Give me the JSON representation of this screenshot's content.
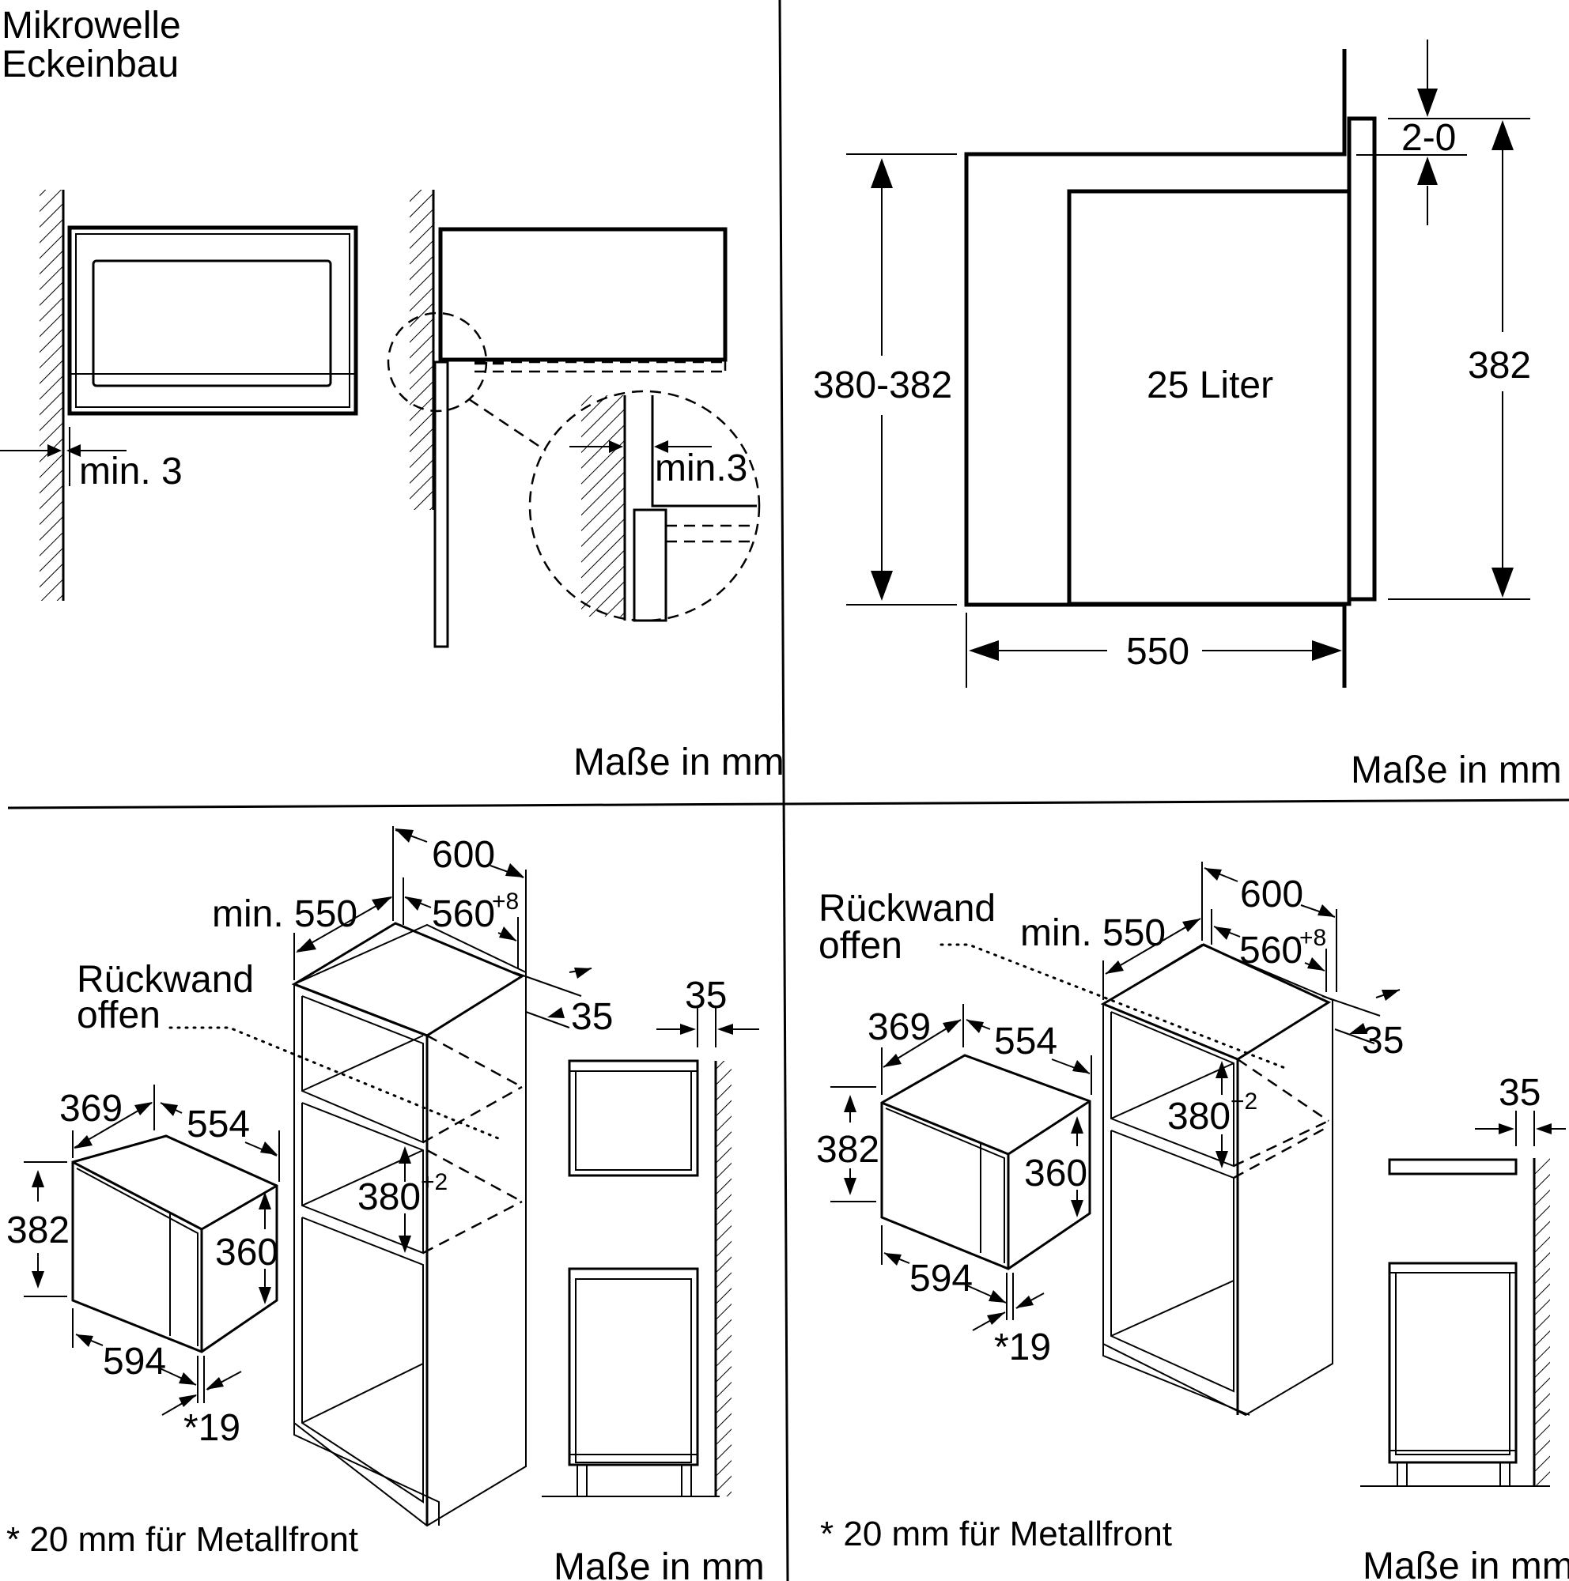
{
  "title": {
    "line1": "Mikrowelle",
    "line2": "Eckeinbau"
  },
  "units_label": "Maße in mm",
  "panel_top_left": {
    "clearance_label": "min. 3",
    "detail_clearance_label": "min.3"
  },
  "panel_top_right": {
    "height_range": "380-382",
    "volume": "25 Liter",
    "front_height": "382",
    "top_offset": "2-0",
    "depth": "550"
  },
  "panel_bottom_left": {
    "cabinet_width": "600",
    "cabinet_depth": "min. 550",
    "niche_width": "560",
    "niche_width_tol": "+8",
    "side_panel": "35",
    "rear_open": {
      "line1": "Rückwand",
      "line2": "offen"
    },
    "niche_height": "380",
    "niche_height_tol": "+2",
    "oven_depth": "369",
    "oven_width": "554",
    "oven_front_height": "382",
    "oven_body_height": "360",
    "oven_front_width": "594",
    "front_thickness": "*19",
    "footnote": "* 20 mm für Metallfront",
    "wall_gap": "35"
  },
  "panel_bottom_right": {
    "cabinet_width": "600",
    "cabinet_depth": "min. 550",
    "niche_width": "560",
    "niche_width_tol": "+8",
    "side_panel": "35",
    "rear_open": {
      "line1": "Rückwand",
      "line2": "offen"
    },
    "niche_height": "380",
    "niche_height_tol": "+2",
    "oven_depth": "369",
    "oven_width": "554",
    "oven_front_height": "382",
    "oven_body_height": "360",
    "oven_front_width": "594",
    "front_thickness": "*19",
    "footnote": "* 20 mm für Metallfront",
    "wall_gap": "35"
  }
}
